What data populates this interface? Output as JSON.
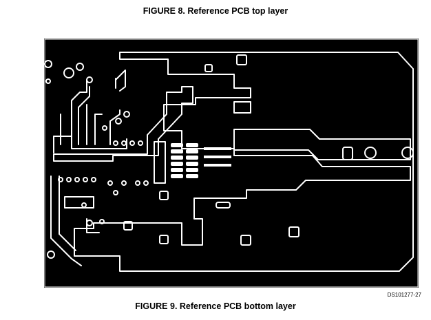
{
  "captions": {
    "top": "FIGURE 8. Reference PCB top layer",
    "bottom": "FIGURE 9. Reference PCB bottom layer"
  },
  "document_code": "DS101277-27",
  "figure": {
    "board_color": "#000000",
    "trace_color": "#ffffff"
  }
}
